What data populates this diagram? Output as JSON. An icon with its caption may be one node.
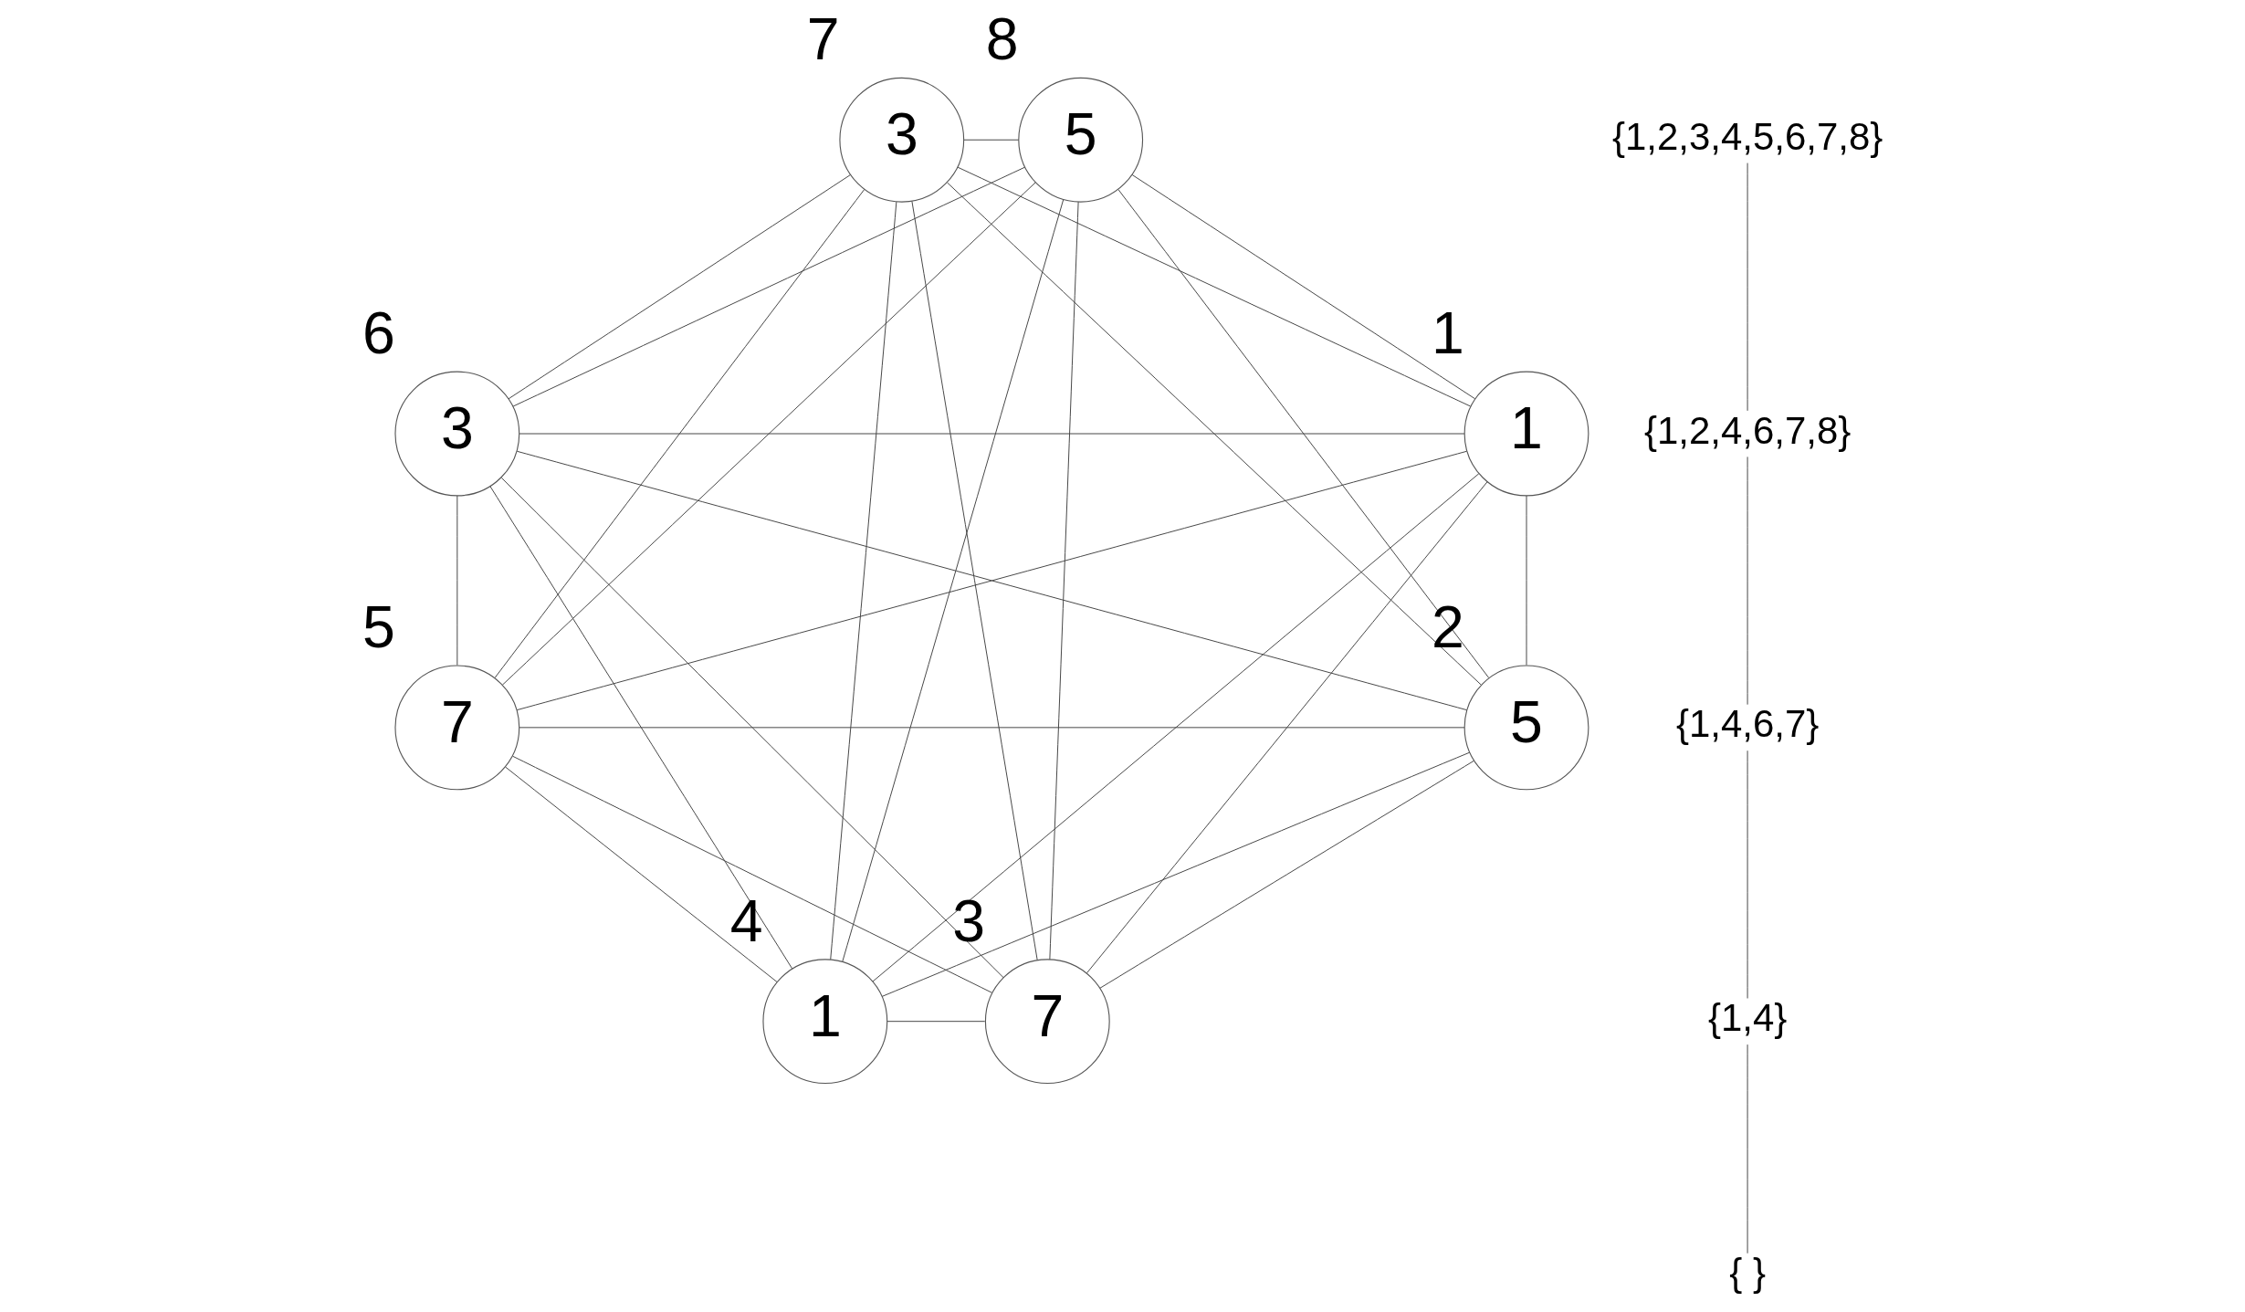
{
  "diagram": {
    "nodes": [
      {
        "text": [
          "3"
        ],
        "beside": [
          "7"
        ]
      },
      {
        "text": [
          "3"
        ],
        "beside": [
          "6"
        ]
      },
      {
        "text": [
          "5"
        ],
        "beside": [
          "8"
        ]
      },
      {
        "text": [
          "7"
        ],
        "beside": [
          "5"
        ]
      },
      {
        "text": [
          "1"
        ],
        "beside": [
          "1"
        ]
      },
      {
        "text": [
          "1"
        ],
        "beside": [
          "4"
        ]
      },
      {
        "text": [
          "5"
        ],
        "beside": [
          "2"
        ]
      },
      {
        "text": [
          "7"
        ],
        "beside": [
          "3"
        ]
      },
      {
        "text": [
          "{1,2,3,4,5,6,7,8}"
        ]
      },
      {
        "text": [
          "{1,2,4,6,7,8}"
        ]
      },
      {
        "text": [
          "{1,4,6,7}"
        ]
      },
      {
        "text": [
          "{1,4}"
        ]
      },
      {
        "text": [
          "{ }"
        ]
      }
    ],
    "edges": [
      {
        "from": 0,
        "to": 1,
        "arrow": "none"
      },
      {
        "from": 0,
        "to": 3,
        "arrow": "none"
      },
      {
        "from": 0,
        "to": 5,
        "arrow": "none"
      },
      {
        "from": 0,
        "to": 7,
        "arrow": "none"
      },
      {
        "from": 0,
        "to": 6,
        "arrow": "none"
      },
      {
        "from": 0,
        "to": 4,
        "arrow": "none"
      },
      {
        "from": 0,
        "to": 2,
        "arrow": "none"
      },
      {
        "from": 2,
        "to": 1,
        "arrow": "none"
      },
      {
        "from": 2,
        "to": 3,
        "arrow": "none"
      },
      {
        "from": 2,
        "to": 5,
        "arrow": "none"
      },
      {
        "from": 2,
        "to": 7,
        "arrow": "none"
      },
      {
        "from": 2,
        "to": 6,
        "arrow": "none"
      },
      {
        "from": 2,
        "to": 4,
        "arrow": "none"
      },
      {
        "from": 1,
        "to": 3,
        "arrow": "none"
      },
      {
        "from": 1,
        "to": 5,
        "arrow": "none"
      },
      {
        "from": 1,
        "to": 7,
        "arrow": "none"
      },
      {
        "from": 1,
        "to": 6,
        "arrow": "none"
      },
      {
        "from": 1,
        "to": 4,
        "arrow": "none"
      },
      {
        "from": 4,
        "to": 3,
        "arrow": "none"
      },
      {
        "from": 4,
        "to": 5,
        "arrow": "none"
      },
      {
        "from": 4,
        "to": 7,
        "arrow": "none"
      },
      {
        "from": 4,
        "to": 6,
        "arrow": "none"
      },
      {
        "from": 3,
        "to": 5,
        "arrow": "none"
      },
      {
        "from": 3,
        "to": 7,
        "arrow": "none"
      },
      {
        "from": 3,
        "to": 6,
        "arrow": "none"
      },
      {
        "from": 6,
        "to": 5,
        "arrow": "none"
      },
      {
        "from": 6,
        "to": 7,
        "arrow": "none"
      },
      {
        "from": 5,
        "to": 7,
        "arrow": "none"
      },
      {
        "from": 8,
        "to": 9,
        "arrow": "none"
      },
      {
        "from": 9,
        "to": 10,
        "arrow": "none"
      },
      {
        "from": 10,
        "to": 11,
        "arrow": "none"
      },
      {
        "from": 11,
        "to": 12,
        "arrow": "none"
      }
    ]
  }
}
